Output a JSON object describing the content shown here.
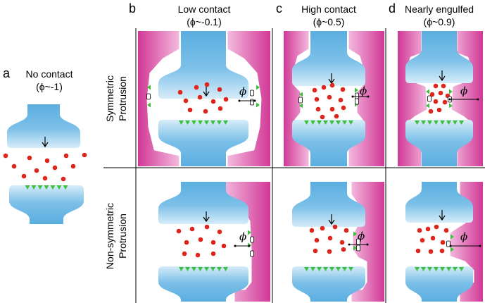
{
  "panels": [
    {
      "letter": "a",
      "title": "No contact",
      "phi": "(ϕ~-1)"
    },
    {
      "letter": "b",
      "title": "Low contact",
      "phi": "(ϕ~-0.1)"
    },
    {
      "letter": "c",
      "title": "High contact",
      "phi": "(ϕ~0.5)"
    },
    {
      "letter": "d",
      "title": "Nearly engulfed",
      "phi": "(ϕ~0.9)"
    }
  ],
  "rows": [
    {
      "line1": "Symmetric",
      "line2": "Protrusion"
    },
    {
      "line1": "Non-symmetric",
      "line2": "Protrusion"
    }
  ],
  "phi_symbol": "ϕ",
  "colors": {
    "bouton": "#5aaee0",
    "bouton_light": "#cfe8f7",
    "vesicle": "#e0261c",
    "receptor": "#3dbf3d",
    "glia_dark": "#d63a9b",
    "glia_light": "#f2b6dc",
    "gap": "#ffffff",
    "grid": "#000000"
  }
}
